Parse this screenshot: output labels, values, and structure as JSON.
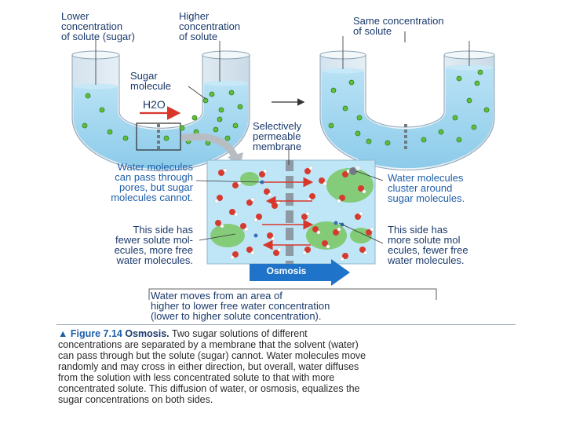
{
  "labels": {
    "left_tube": "Lower\nconcentration\nof solute (sugar)",
    "middle_tube": "Higher\nconcentration\nof solute",
    "right_tube": "Same concentration\nof solute",
    "sugar_molecule": "Sugar\nmolecule",
    "water": "H2O",
    "membrane": "Selectively\npermeable\nmembrane",
    "pores": "Water molecules\ncan pass through\npores, but sugar\nmolecules cannot.",
    "cluster": "Water molecules\ncluster around\nsugar molecules.",
    "fewer_solute": "This side has\nfewer solute mol-\necules, more free\nwater molecules.",
    "more_solute": "This side has\nmore solute mol\necules, fewer free\nwater molecules.",
    "osmosis": "Osmosis",
    "water_moves": "Water moves from an area of\nhigher to lower free water concentration\n(lower to higher solute concentration)."
  },
  "caption": {
    "figure": "Figure 7.14",
    "heading": "Osmosis.",
    "line1": "Two sugar solutions of different",
    "line2": "concentrations are separated by a membrane that the solvent (water)",
    "line3": "can pass through but the solute (sugar) cannot. Water molecules move",
    "line4": "randomly and may cross in either direction, but overall, water diffuses",
    "line5": "from the solution with less concentrated solute to that with more",
    "line6": "concentrated solute. This diffusion of water, or osmosis, equalizes the",
    "line7": "sugar concentrations on both sides."
  },
  "colors": {
    "water": "#9fd4ee",
    "tube_glass": "#e8f1f7",
    "sugar": "#5fbf3a",
    "arrow_red": "#d9362b",
    "osmosis_blue": "#1f73c9",
    "text_blue": "#1f5fa8",
    "text_navy": "#1b3a6b"
  }
}
